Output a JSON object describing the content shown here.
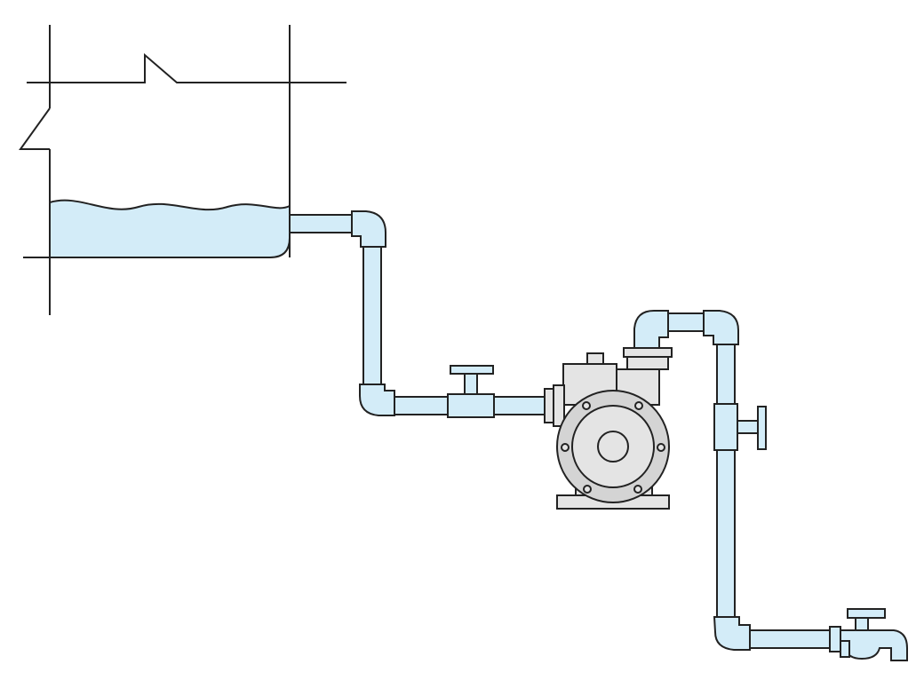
{
  "diagram": {
    "description_visible_text": "",
    "colors": {
      "water": "#d3ecf8",
      "pipe": "#d3ecf8",
      "pump": "#e4e4e4",
      "pump_dark": "#d4d4d4",
      "outline": "#222222"
    },
    "components": [
      {
        "name": "water-tank",
        "icon": "tank"
      },
      {
        "name": "suction-pipe",
        "icon": "pipe"
      },
      {
        "name": "gate-valve",
        "icon": "valve"
      },
      {
        "name": "centrifugal-pump",
        "icon": "pump"
      },
      {
        "name": "discharge-pipe",
        "icon": "pipe"
      },
      {
        "name": "check-valve",
        "icon": "valve"
      },
      {
        "name": "water-tap",
        "icon": "faucet"
      }
    ]
  }
}
